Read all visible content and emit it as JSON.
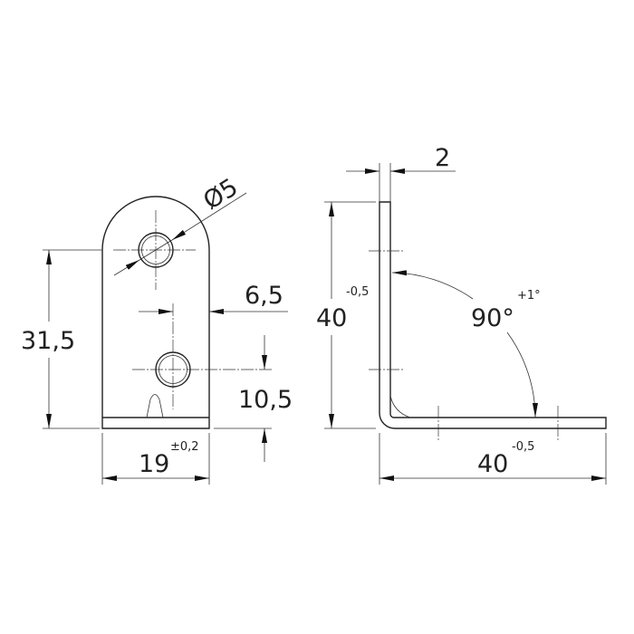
{
  "front_view": {
    "height_dim": "31,5",
    "hole_diameter_dim": "Ø5",
    "hole_offset_dim": "6,5",
    "hole_height_dim": "10,5",
    "width_dim": "19",
    "width_tolerance": "±0,2"
  },
  "side_view": {
    "thickness_dim": "2",
    "vertical_leg_dim": "40",
    "vertical_leg_tolerance": "-0,5",
    "angle_dim": "90°",
    "angle_tolerance": "+1°",
    "horizontal_leg_dim": "40",
    "horizontal_leg_tolerance": "-0,5"
  },
  "colors": {
    "line": "#222222",
    "background": "#ffffff"
  }
}
